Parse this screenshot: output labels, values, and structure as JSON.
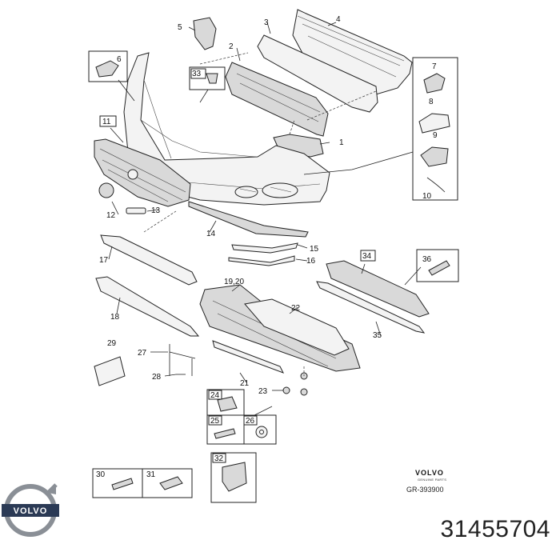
{
  "callouts": {
    "c1": "1",
    "c2": "2",
    "c3": "3",
    "c4": "4",
    "c5": "5",
    "c6": "6",
    "c7": "7",
    "c8": "8",
    "c9": "9",
    "c10": "10",
    "c11": "11",
    "c12": "12",
    "c13": "13",
    "c14": "14",
    "c15": "15",
    "c16": "16",
    "c17": "17",
    "c18": "18",
    "c1920": "19,20",
    "c21": "21",
    "c22": "22",
    "c23": "23",
    "c24": "24",
    "c25": "25",
    "c26": "26",
    "c27": "27",
    "c28": "28",
    "c29": "29",
    "c30": "30",
    "c31": "31",
    "c32": "32",
    "c33": "33",
    "c34": "34",
    "c35": "35",
    "c36": "36"
  },
  "brand": {
    "name": "VOLVO",
    "subtitle": "GENUINE PARTS",
    "logo_text": "VOLVO"
  },
  "reference": "GR-393900",
  "part_number": "31455704",
  "badge_text": "VOLVO"
}
